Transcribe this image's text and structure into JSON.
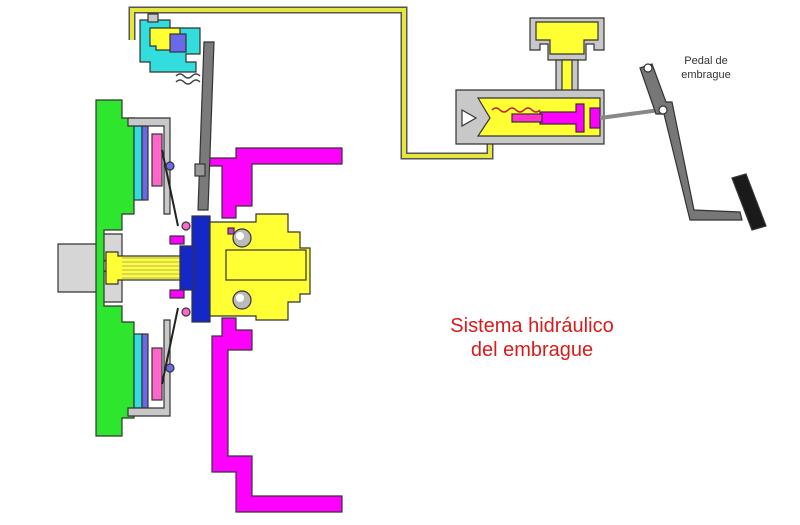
{
  "labels": {
    "pedal_line1": "Pedal de",
    "pedal_line2": "embrague",
    "caption_line1": "Sistema hidráulico",
    "caption_line2": "del embrague"
  },
  "colors": {
    "caption": "#d81b1b",
    "flywheel": "#2ee62e",
    "pressure_plate": "#ff00ff",
    "hydraulic_fluid": "#ffff33",
    "fluid_line": "#e6e63c",
    "slave_cylinder_body": "#33dddd",
    "piston": "#6a6ae8",
    "throwout_sleeve": "#1428c8",
    "body_gray": "#c8c8c8",
    "fork": "#7a7a7a",
    "pedal_lever": "#666666",
    "pedal_pad": "#1a1a1a"
  }
}
